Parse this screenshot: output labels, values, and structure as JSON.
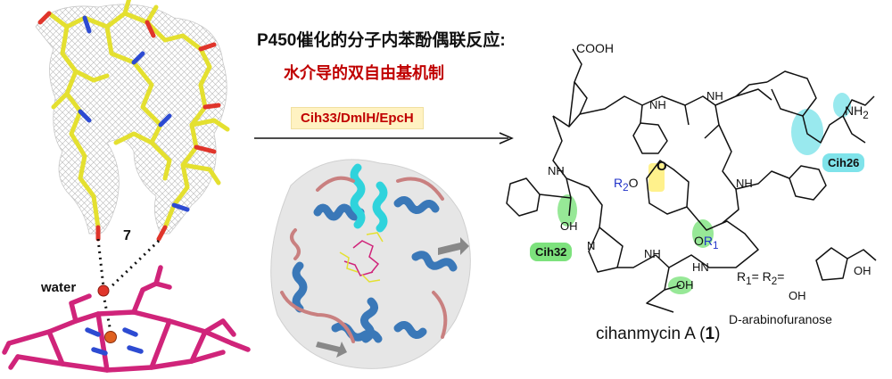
{
  "reaction": {
    "title": "P450催化的分子内苯酚偶联反应:",
    "subtitle": "水介导的双自由基机制",
    "enzymes": "Cih33/DmlH/EpcH"
  },
  "structure_panel": {
    "water_label": "water",
    "residue_number": "7"
  },
  "molecule": {
    "name": "cihanmycin A (",
    "number": "1",
    "name_end": ")",
    "substituent_def": "R",
    "substituent_sub1": "1",
    "eq": "= R",
    "substituent_sub2": "2",
    "eq2": "=",
    "sugar_name": "D-arabinofuranose",
    "tags": [
      "Cih32",
      "Cih26"
    ],
    "atoms": {
      "cooh": "COOH",
      "nh2": "NH",
      "nh2_sub": "2",
      "r2o": "R",
      "r2o_sub": "2",
      "r2o_o": "O",
      "or1": "OR",
      "or1_sub": "1",
      "oh": "OH",
      "o": "O",
      "nh": "NH",
      "n": "N",
      "hn": "HN",
      "h": "H"
    }
  },
  "colors": {
    "accent_red": "#c00000",
    "enzyme_box": "#fff2c2",
    "highlight_green": "#7de27d",
    "highlight_cyan": "#7fe3ea",
    "heme": "#d0247a",
    "peptide": "#e4e030",
    "helix_blue": "#3a78b8",
    "helix_cyan": "#2fd3dc",
    "helix_pink": "#c98080"
  }
}
